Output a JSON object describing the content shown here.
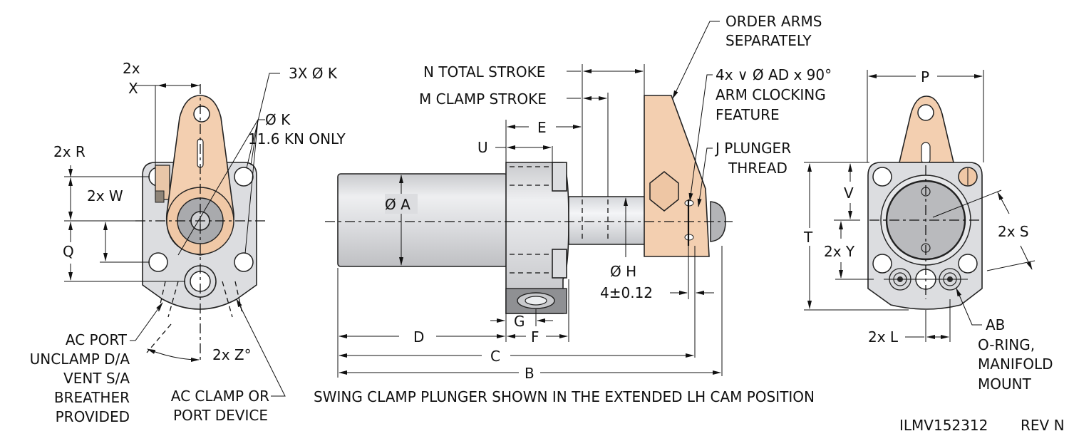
{
  "drawing": {
    "title_note": "SWING CLAMP PLUNGER SHOWN IN THE EXTENDED LH CAM POSITION",
    "drawing_number": "ILMV152312",
    "revision": "REV N",
    "colors": {
      "arm": "#f3cfb0",
      "body": "#dcdde0",
      "line": "#111111"
    }
  },
  "left_view": {
    "x_count": "2x",
    "x_label": "X",
    "k3_label": "3X Ø K",
    "k_label": "Ø K",
    "k_note": "11.6 KN ONLY",
    "r_label": "2x R",
    "w_label": "2x W",
    "q_label": "Q",
    "z_label": "2x Z°",
    "ac_port": [
      "AC PORT",
      "UNCLAMP D/A",
      "VENT S/A",
      "BREATHER",
      "PROVIDED"
    ],
    "ac_clamp": [
      "AC CLAMP OR",
      "PORT DEVICE"
    ]
  },
  "side_view": {
    "order_arms": [
      "ORDER ARMS",
      "SEPARATELY"
    ],
    "n_stroke": "N TOTAL STROKE",
    "m_stroke": "M CLAMP STROKE",
    "e_label": "E",
    "u_label": "U",
    "a_label": "Ø A",
    "h_label": "Ø H",
    "tolerance": "4±0.12",
    "clocking": [
      "4x ∨ Ø AD x 90°",
      "ARM CLOCKING",
      "FEATURE"
    ],
    "j_thread": [
      "J PLUNGER",
      "THREAD"
    ],
    "g_label": "G",
    "f_label": "F",
    "d_label": "D",
    "c_label": "C",
    "b_label": "B"
  },
  "right_view": {
    "p_label": "P",
    "v_label": "V",
    "t_label": "T",
    "y_label": "2x Y",
    "s_label": "2x S",
    "l_label": "2x L",
    "ab_note": [
      "AB",
      "O-RING,",
      "MANIFOLD",
      "MOUNT"
    ]
  }
}
